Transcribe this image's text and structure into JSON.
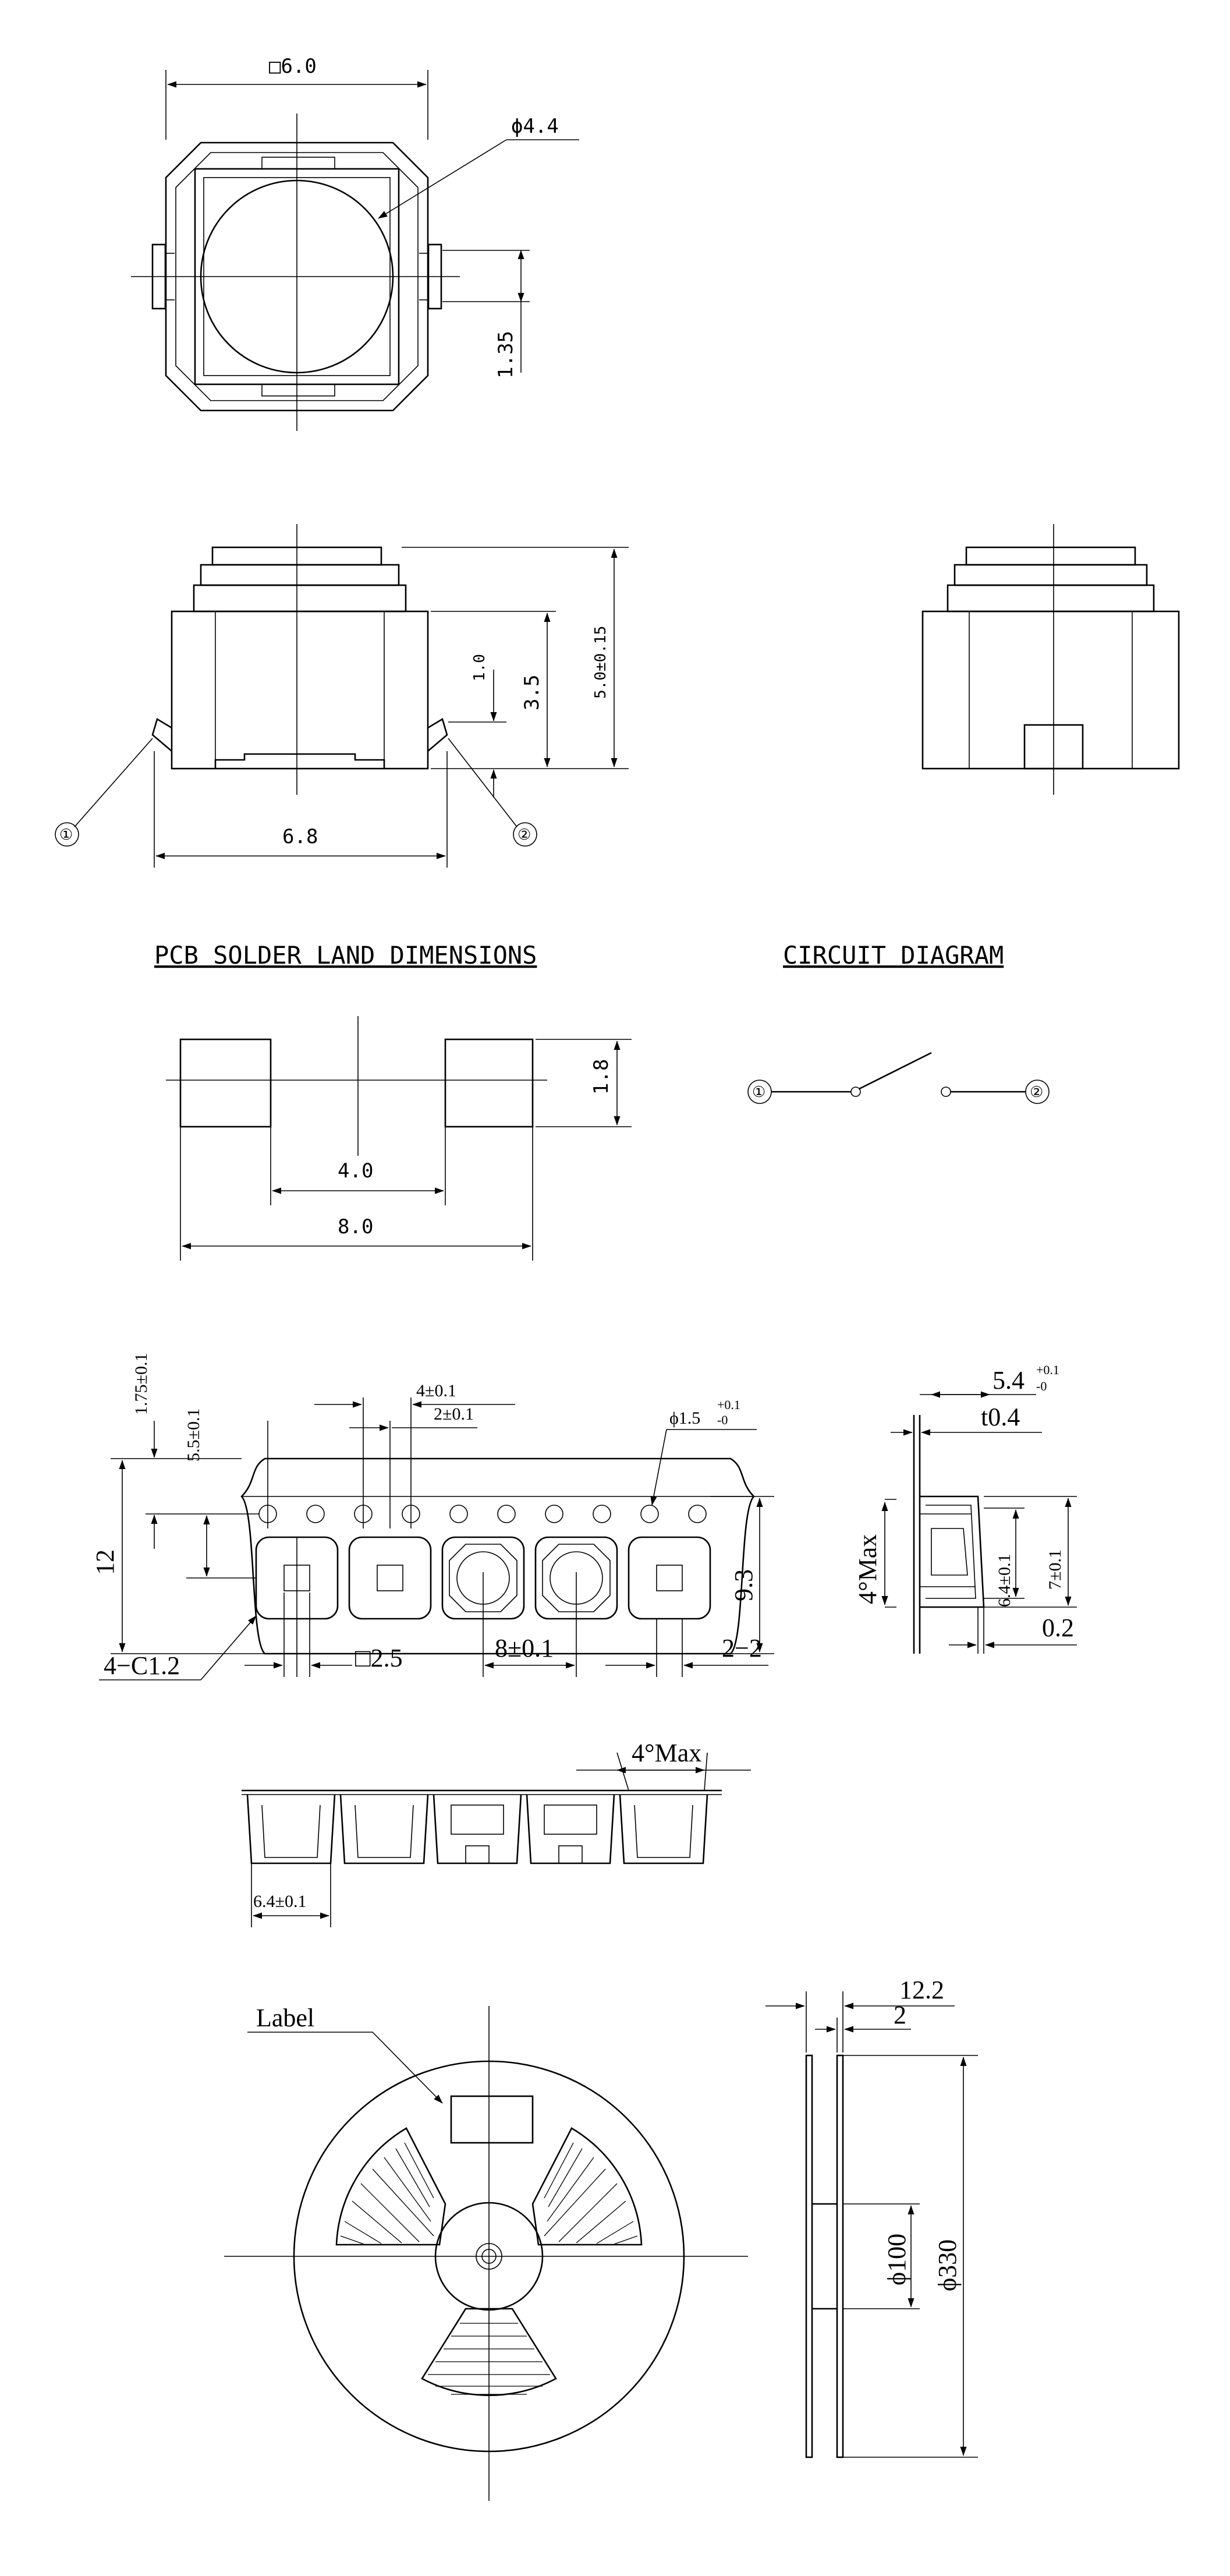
{
  "top_view": {
    "width_dim": "□6.0",
    "dia_dim": "ϕ4.4",
    "offset_dim": "1.35"
  },
  "front_view": {
    "dim_1_0": "1.0",
    "dim_3_5": "3.5",
    "dim_5_0": "5.0±0.15",
    "dim_6_8": "6.8",
    "terminal_1": "①",
    "terminal_2": "②"
  },
  "pcb": {
    "title": "PCB SOLDER LAND DIMENSIONS",
    "dim_1_8": "1.8",
    "dim_4_0": "4.0",
    "dim_8_0": "8.0"
  },
  "circuit": {
    "title": "CIRCUIT DIAGRAM",
    "terminal_1": "①",
    "terminal_2": "②"
  },
  "tape": {
    "dim_1_75": "1.75±0.1",
    "dim_5_5": "5.5±0.1",
    "dim_4": "4±0.1",
    "dim_2": "2±0.1",
    "dim_hole": "ϕ1.5",
    "dim_hole_tol_plus": "+0.1",
    "dim_hole_tol_minus": "-0",
    "dim_12": "12",
    "dim_9_3": "9.3",
    "dim_c1_2": "4−C1.2",
    "dim_2_5": "□2.5",
    "dim_8": "8±0.1",
    "dim_2_2": "2−2"
  },
  "tape_side": {
    "dim_5_4": "5.4",
    "dim_5_4_tol_plus": "+0.1",
    "dim_5_4_tol_minus": "-0",
    "dim_t0_4": "t0.4",
    "dim_4max": "4°Max",
    "dim_6_4": "6.4±0.1",
    "dim_7": "7±0.1",
    "dim_0_2": "0.2"
  },
  "tape_profile": {
    "dim_4max": "4°Max",
    "dim_6_4": "6.4±0.1"
  },
  "reel": {
    "label": "Label",
    "dim_12_2": "12.2",
    "dim_2": "2",
    "dim_100": "ϕ100",
    "dim_330": "ϕ330"
  }
}
